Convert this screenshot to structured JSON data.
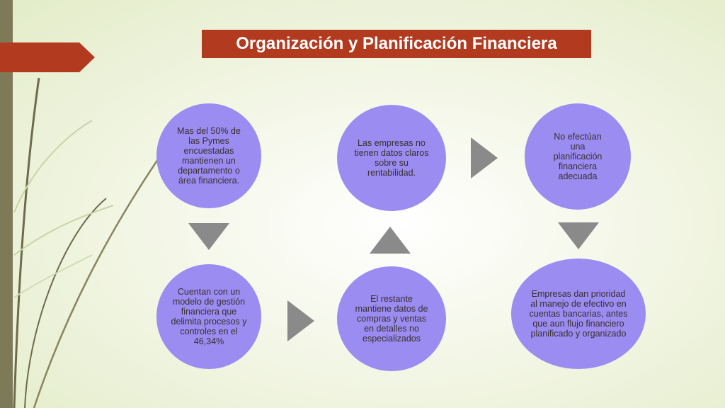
{
  "title": "Organización y Planificación Financiera",
  "nodes": {
    "n1": "Mas del 50% de las Pymes encuestadas mantienen un departamento o área financiera.",
    "n2": "Cuentan con un modelo de gestión financiera que delimita procesos y controles en el 46,34%",
    "n3": "El restante mantiene datos de compras y ventas en detalles no especializados",
    "n4": "Las empresas no tienen datos claros sobre su rentabilidad.",
    "n5": "No efectúan una planificación financiera adecuada",
    "n6": "Empresas dan prioridad al manejo de efectivo en cuentas bancarias, antes que aun flujo financiero planificado y organizado"
  },
  "colors": {
    "circle": "#9a8cf0",
    "arrow": "#8a8a8a",
    "accent": "#b23a1f",
    "sidebar": "#7e7a57"
  }
}
